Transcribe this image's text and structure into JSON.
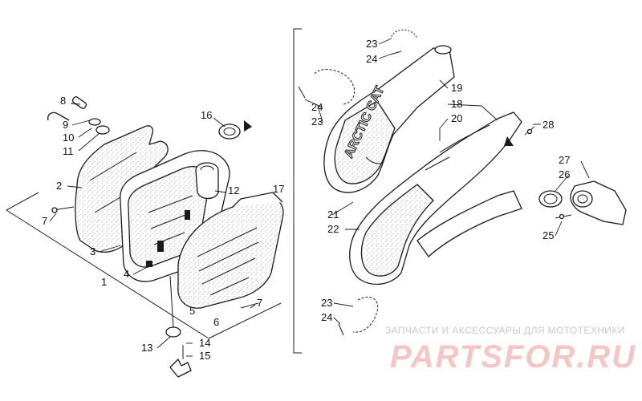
{
  "callouts": [
    {
      "id": "c1",
      "text": "1"
    },
    {
      "id": "c2",
      "text": "2"
    },
    {
      "id": "c3",
      "text": "3"
    },
    {
      "id": "c4",
      "text": "4"
    },
    {
      "id": "c5",
      "text": "5"
    },
    {
      "id": "c6",
      "text": "6"
    },
    {
      "id": "c7a",
      "text": "7"
    },
    {
      "id": "c7b",
      "text": "7"
    },
    {
      "id": "c8",
      "text": "8"
    },
    {
      "id": "c9",
      "text": "9"
    },
    {
      "id": "c10",
      "text": "10"
    },
    {
      "id": "c11",
      "text": "11"
    },
    {
      "id": "c12",
      "text": "12"
    },
    {
      "id": "c13",
      "text": "13"
    },
    {
      "id": "c14",
      "text": "14"
    },
    {
      "id": "c15",
      "text": "15"
    },
    {
      "id": "c16",
      "text": "16"
    },
    {
      "id": "c17",
      "text": "17"
    },
    {
      "id": "c18",
      "text": "18"
    },
    {
      "id": "c19",
      "text": "19"
    },
    {
      "id": "c20",
      "text": "20"
    },
    {
      "id": "c21",
      "text": "21"
    },
    {
      "id": "c22",
      "text": "22"
    },
    {
      "id": "c23a",
      "text": "23"
    },
    {
      "id": "c24a",
      "text": "24"
    },
    {
      "id": "c24b",
      "text": "24"
    },
    {
      "id": "c23b",
      "text": "23"
    },
    {
      "id": "c25",
      "text": "25"
    },
    {
      "id": "c26",
      "text": "26"
    },
    {
      "id": "c27",
      "text": "27"
    },
    {
      "id": "c28",
      "text": "28"
    },
    {
      "id": "c23c",
      "text": "23"
    },
    {
      "id": "c24c",
      "text": "24"
    }
  ],
  "pipe_logo": "ARCTIC CAT",
  "watermark": {
    "subtitle": "ЗАПЧАСТИ И АКСЕССУАРЫ ДЛЯ МОТОТЕХНИКИ",
    "brand": "PARTSFOR.RU"
  }
}
